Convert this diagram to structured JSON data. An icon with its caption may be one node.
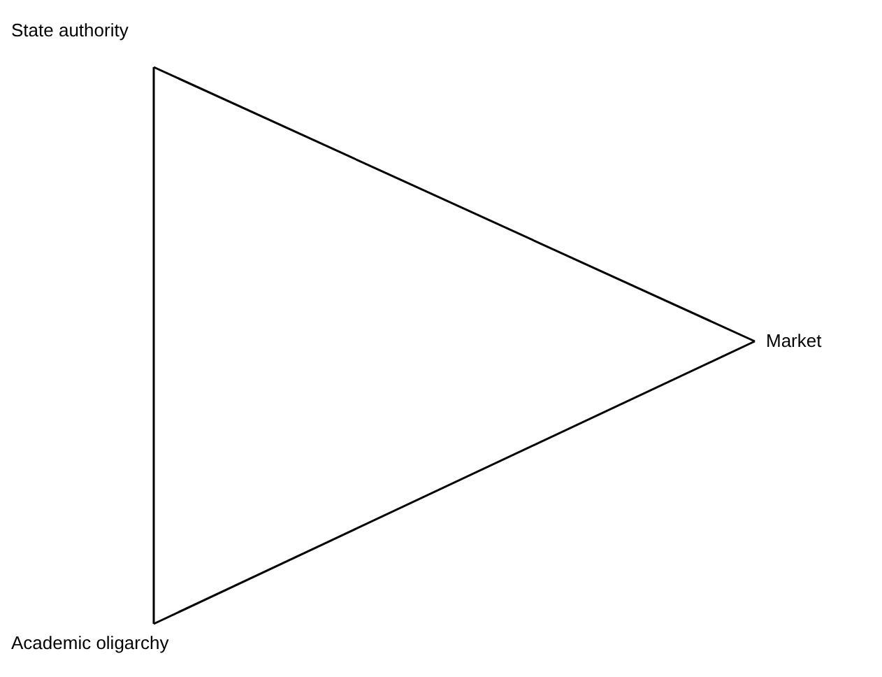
{
  "diagram": {
    "nodes": [
      {
        "text": [
          "State authority"
        ]
      },
      {
        "text": [
          "Market"
        ]
      },
      {
        "text": [
          "Academic oligarchy"
        ]
      }
    ],
    "edges": [
      {
        "from": 0,
        "to": 1,
        "arrow": "none"
      },
      {
        "from": 1,
        "to": 2,
        "arrow": "none"
      },
      {
        "from": 2,
        "to": 0,
        "arrow": "none"
      }
    ]
  }
}
